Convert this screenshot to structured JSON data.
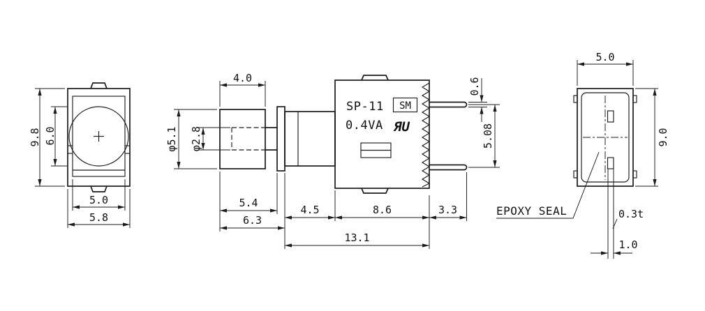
{
  "front_view": {
    "overall_height": "9.8",
    "button_dia": "6.0",
    "inner_width": "5.0",
    "overall_width": "5.8"
  },
  "side_view": {
    "model": "SP-11",
    "sm_badge": "SM",
    "rating": "0.4VA",
    "ur_mark": "ЯU",
    "cap_length": "4.0",
    "cap_dia": "φ5.1",
    "shaft_dia": "φ2.8",
    "pin_thickness": "0.6",
    "pin_pitch": "5.08",
    "cap_to_thread": "5.4",
    "cap_to_flange": "6.3",
    "flange_to_body": "4.5",
    "body_length": "8.6",
    "pin_length": "3.3",
    "total_length": "13.1"
  },
  "end_view": {
    "body_width": "5.0",
    "body_height": "9.0",
    "epoxy_label": "EPOXY SEAL",
    "pin_stock": "0.3t",
    "pin_width": "1.0"
  }
}
